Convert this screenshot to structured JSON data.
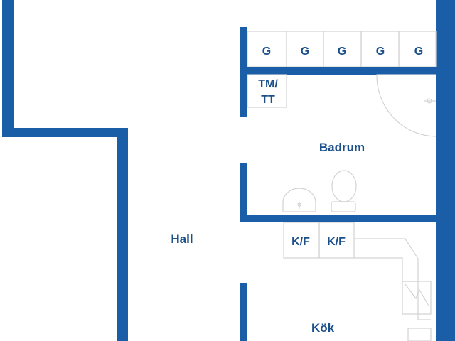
{
  "colors": {
    "wall": "#1a5ea8",
    "fixture": "#d3d3d3",
    "label": "#1a4f8a",
    "background": "#ffffff"
  },
  "rooms": {
    "hall": "Hall",
    "badrum": "Badrum",
    "kok": "Kök"
  },
  "fixtures": {
    "wardrobes": [
      "G",
      "G",
      "G",
      "G",
      "G"
    ],
    "washer_dryer": [
      "TM/",
      "TT"
    ],
    "fridge_freezer": [
      "K/F",
      "K/F"
    ]
  },
  "icons": [
    "shower-icon",
    "toilet-icon",
    "sink-icon",
    "stove-icon"
  ]
}
